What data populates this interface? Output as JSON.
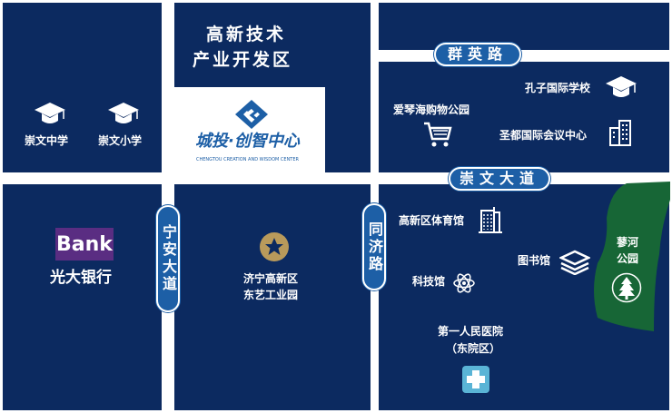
{
  "district": {
    "line1": "高新技术",
    "line2": "产业开发区"
  },
  "logo": {
    "name": "城投·创智中心",
    "subtitle": "CHENGTOU CREATION AND WISDOM CENTER",
    "color": "#1d5fa6"
  },
  "roads": {
    "qunying": "群英路",
    "chongwen": "崇文大道",
    "ningan": "宁安大道",
    "tongji": "同济路"
  },
  "places": {
    "chongwen_middle": "崇文中学",
    "chongwen_primary": "崇文小学",
    "bank_logo": "Bank",
    "bank": "光大银行",
    "industrial_park_1": "济宁高新区",
    "industrial_park_2": "东艺工业园",
    "kongzi_school": "孔子国际学校",
    "aiqin_mall": "爱琴海购物公园",
    "shengdu_center": "圣都国际会议中心",
    "stadium": "高新区体育馆",
    "library": "图书馆",
    "science_museum": "科技馆",
    "hospital_1": "第一人民医院",
    "hospital_2": "（东院区）",
    "park_1": "蓼河",
    "park_2": "公园"
  },
  "colors": {
    "navy": "#0c2a60",
    "road_label": "#1d5fa6",
    "park": "#176636",
    "hospital": "#5ab4d6",
    "bank": "#5a2d82"
  }
}
